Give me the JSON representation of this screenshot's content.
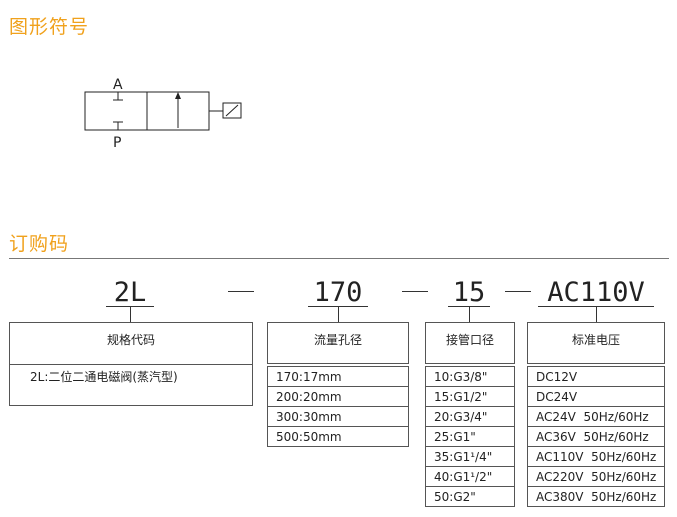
{
  "symbol_section": {
    "title": "图形符号",
    "port_a": "A",
    "port_p": "P"
  },
  "order_section": {
    "title": "订购码",
    "code": {
      "model": "2L",
      "orifice": "170",
      "port": "15",
      "voltage": "AC110V"
    },
    "spec_box": {
      "header": "规格代码",
      "description": "2L:二位二通电磁阀(蒸汽型)"
    },
    "orifice_box": {
      "header": "流量孔径",
      "options": [
        "170:17mm",
        "200:20mm",
        "300:30mm",
        "500:50mm"
      ]
    },
    "port_box": {
      "header": "接管口径",
      "options": [
        "10:G3/8\"",
        "15:G1/2\"",
        "20:G3/4\"",
        "25:G1\"",
        "35:G1¹/4\"",
        "40:G1¹/2\"",
        "50:G2\""
      ]
    },
    "voltage_box": {
      "header": "标准电压",
      "options": [
        "DC12V",
        "DC24V",
        "AC24V  50Hz/60Hz",
        "AC36V  50Hz/60Hz",
        "AC110V  50Hz/60Hz",
        "AC220V  50Hz/60Hz",
        "AC380V  50Hz/60Hz"
      ]
    }
  }
}
